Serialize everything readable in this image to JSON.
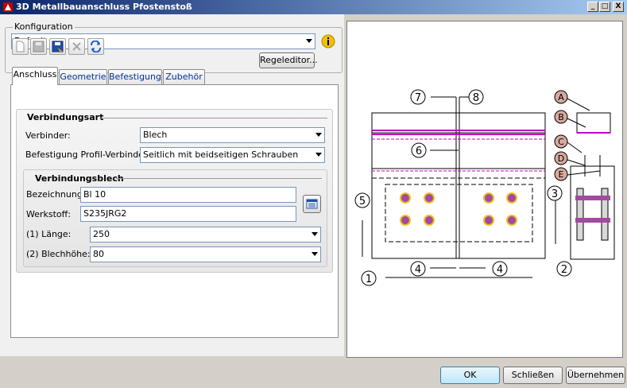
{
  "window": {
    "title": "3D Metallbauanschluss Pfostenstoß",
    "minimize": "_",
    "maximize": "□",
    "close": "X"
  },
  "konfiguration": {
    "group_label": "Konfiguration",
    "selected": "Default",
    "regeleditor_label": "Regeleditor..."
  },
  "toolbar": {
    "icons": [
      "new-icon",
      "save-icon",
      "save-as-icon",
      "delete-icon",
      "refresh-icon"
    ]
  },
  "tabs": [
    {
      "label": "Anschluss",
      "active": true
    },
    {
      "label": "Geometrie",
      "active": false
    },
    {
      "label": "Befestigung",
      "active": false
    },
    {
      "label": "Zubehör",
      "active": false
    }
  ],
  "verbindungsart": {
    "title": "Verbindungsart",
    "verbinder_label": "Verbinder:",
    "verbinder_value": "Blech",
    "befestigung_label": "Befestigung Profil-Verbinder:",
    "befestigung_value": "Seitlich mit beidseitigen Schrauben"
  },
  "verbindungsblech": {
    "title": "Verbindungsblech",
    "bezeichnung_label": "Bezeichnung:",
    "bezeichnung_value": "Bl 10",
    "werkstoff_label": "Werkstoff:",
    "werkstoff_value": "S235JRG2",
    "laenge_label": "(1)  Länge:",
    "laenge_value": "250",
    "blechhoehe_label": "(2)  Blechhöhe:",
    "blechhoehe_value": "80"
  },
  "drawing": {
    "markers_numeric": [
      "1",
      "2",
      "3",
      "4",
      "4",
      "5",
      "6",
      "7",
      "8"
    ],
    "markers_letters": [
      "A",
      "B",
      "C",
      "D",
      "E"
    ]
  },
  "footer": {
    "ok_label": "OK",
    "close_label": "Schließen",
    "apply_label": "Übernehmen"
  },
  "colors": {
    "title_bar_start": "#0a246a",
    "title_bar_end": "#a6caf0",
    "bolt_fill": "#a04aa0",
    "bolt_ring": "#f0c020",
    "magenta_line": "#c000c0",
    "letter_marker_fill": "#d8a8a0"
  }
}
